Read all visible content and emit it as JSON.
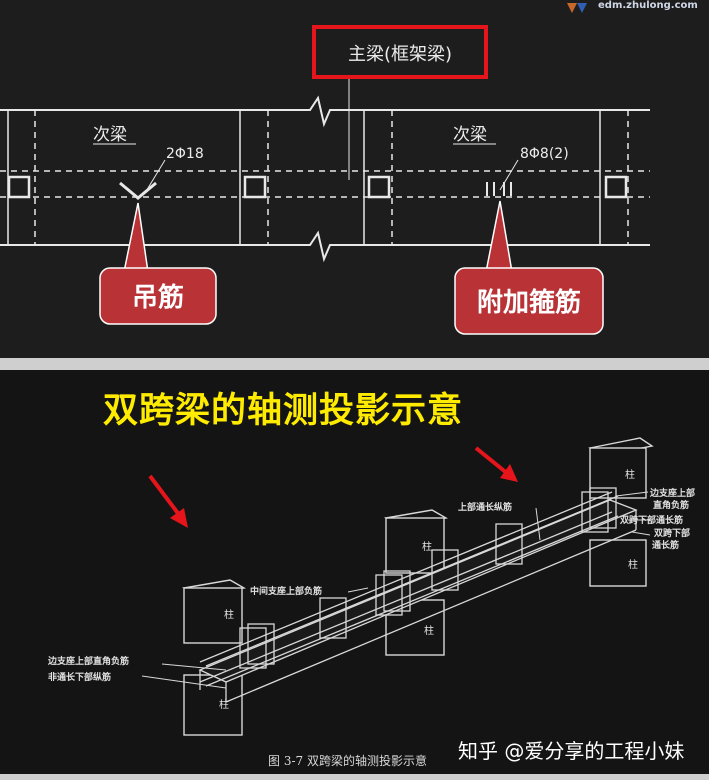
{
  "logo": {
    "text": "edm.zhulong.com"
  },
  "top_diagram": {
    "main_beam_label": "主梁(框架梁)",
    "secondary_beam_left": "次梁",
    "secondary_beam_right": "次梁",
    "hanger_rebar_spec": "2Φ18",
    "stirrup_spec": "8Φ8(2)",
    "callout_left": "吊筋",
    "callout_right": "附加箍筋",
    "callout_color": "#b83236",
    "highlight_color": "#e5151b"
  },
  "bottom_diagram": {
    "title": "双跨梁的轴测投影示意",
    "title_color": "#ffeb00",
    "column_label": "柱",
    "labels": {
      "top_continuous": "上部通长纵筋",
      "middle_support_negative": "中间支座上部负筋",
      "edge_support_corner": "边支座上部直角负筋",
      "non_continuous_bottom": "非通长下部纵筋",
      "right_edge_corner_1": "边支座上部",
      "right_edge_corner_2": "直角负筋",
      "span_bottom_continuous": "双跨下部通长筋",
      "span_bottom_2a": "双跨下部",
      "span_bottom_2b": "通长筋"
    },
    "figure_caption": "图 3-7   双跨梁的轴测投影示意",
    "arrow_color": "#e5151b"
  },
  "watermark": "知乎 @爱分享的工程小妹"
}
